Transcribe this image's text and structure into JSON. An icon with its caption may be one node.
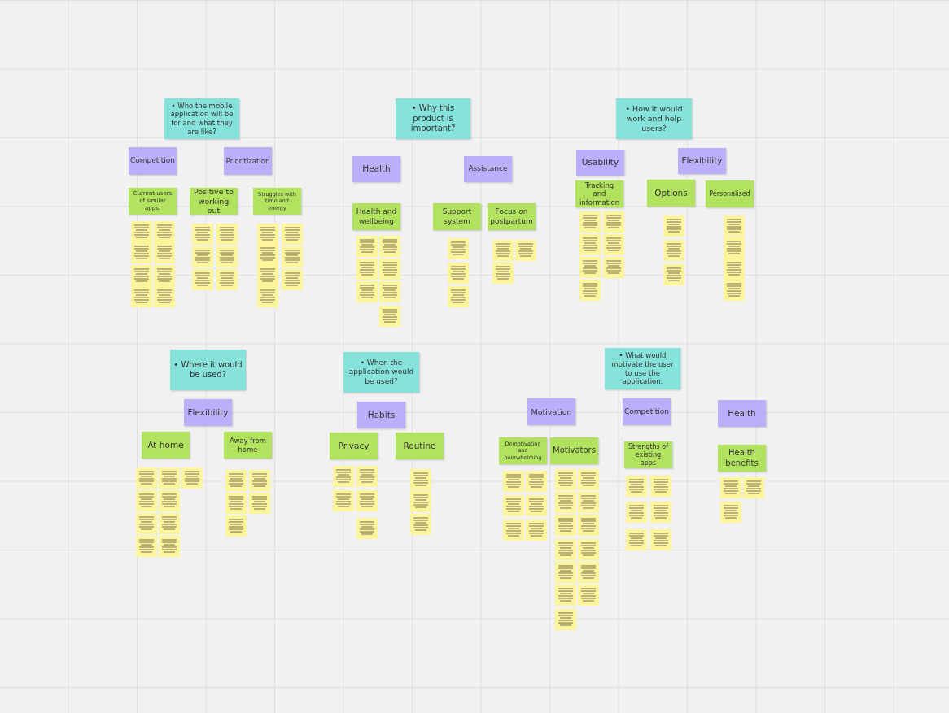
{
  "diagram": {
    "nodes": [
      {
        "text": [
          "• Who the mobile application will be for and what they are like?"
        ]
      },
      {
        "text": [
          "Competition"
        ]
      },
      {
        "text": [
          "Prioritization"
        ]
      },
      {
        "text": [
          "Current users of similar apps."
        ]
      },
      {
        "text": [
          "Positive to working out"
        ]
      },
      {
        "text": [
          "Struggles with time and energy"
        ]
      },
      {
        "text": [
          "• Why this product is important?"
        ]
      },
      {
        "text": [
          "Health"
        ]
      },
      {
        "text": [
          "Assistance"
        ]
      },
      {
        "text": [
          "Health and wellbeing"
        ]
      },
      {
        "text": [
          "Support system"
        ]
      },
      {
        "text": [
          "Focus on postpartum"
        ]
      },
      {
        "text": [
          "• How it would work and help users?"
        ]
      },
      {
        "text": [
          "Usability"
        ]
      },
      {
        "text": [
          "Flexibility"
        ]
      },
      {
        "text": [
          "Tracking and information"
        ]
      },
      {
        "text": [
          "Options"
        ]
      },
      {
        "text": [
          "Personalised"
        ]
      },
      {
        "text": [
          "• Where it would be used?"
        ]
      },
      {
        "text": [
          "Flexibility"
        ]
      },
      {
        "text": [
          "At home"
        ]
      },
      {
        "text": [
          "Away from home"
        ]
      },
      {
        "text": [
          "• When the application would be used?"
        ]
      },
      {
        "text": [
          "Habits"
        ]
      },
      {
        "text": [
          "Privacy"
        ]
      },
      {
        "text": [
          "Routine"
        ]
      },
      {
        "text": [
          "• What would motivate the user to use the application."
        ]
      },
      {
        "text": [
          "Motivation"
        ]
      },
      {
        "text": [
          "Competition"
        ]
      },
      {
        "text": [
          "Health"
        ]
      },
      {
        "text": [
          "Demotivating and overwhelming"
        ]
      },
      {
        "text": [
          "Motivators"
        ]
      },
      {
        "text": [
          "Strengths of existing apps"
        ]
      },
      {
        "text": [
          "Health benefits"
        ]
      }
    ]
  }
}
